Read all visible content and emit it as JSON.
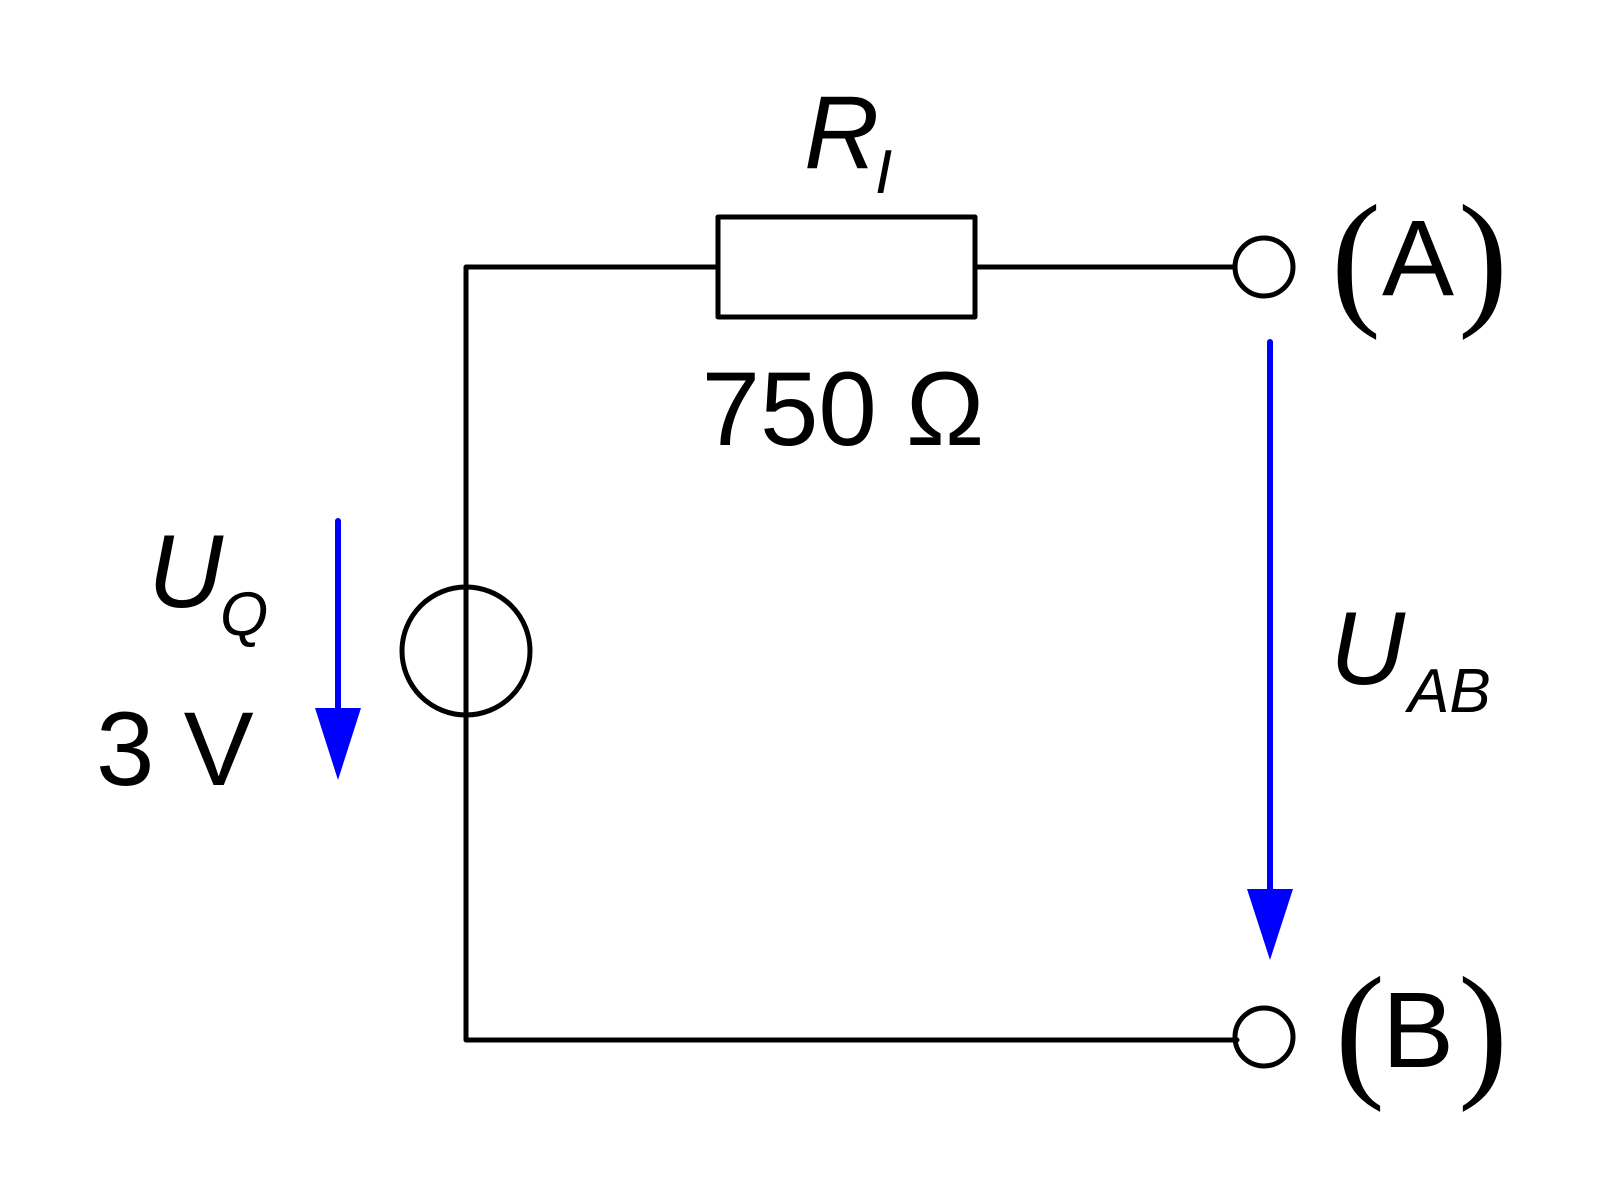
{
  "colors": {
    "wire": "#000000",
    "arrow": "#0000ff",
    "background": "#ffffff"
  },
  "resistor": {
    "symbol_main": "R",
    "symbol_sub": "I",
    "value": "750 Ω"
  },
  "source": {
    "symbol_main": "U",
    "symbol_sub": "Q",
    "value": "3 V"
  },
  "output_voltage": {
    "symbol_main": "U",
    "symbol_sub": "AB"
  },
  "terminals": {
    "a": {
      "open_paren": "(",
      "letter": "A",
      "close_paren": ")"
    },
    "b": {
      "open_paren": "(",
      "letter": "B",
      "close_paren": ")"
    }
  }
}
